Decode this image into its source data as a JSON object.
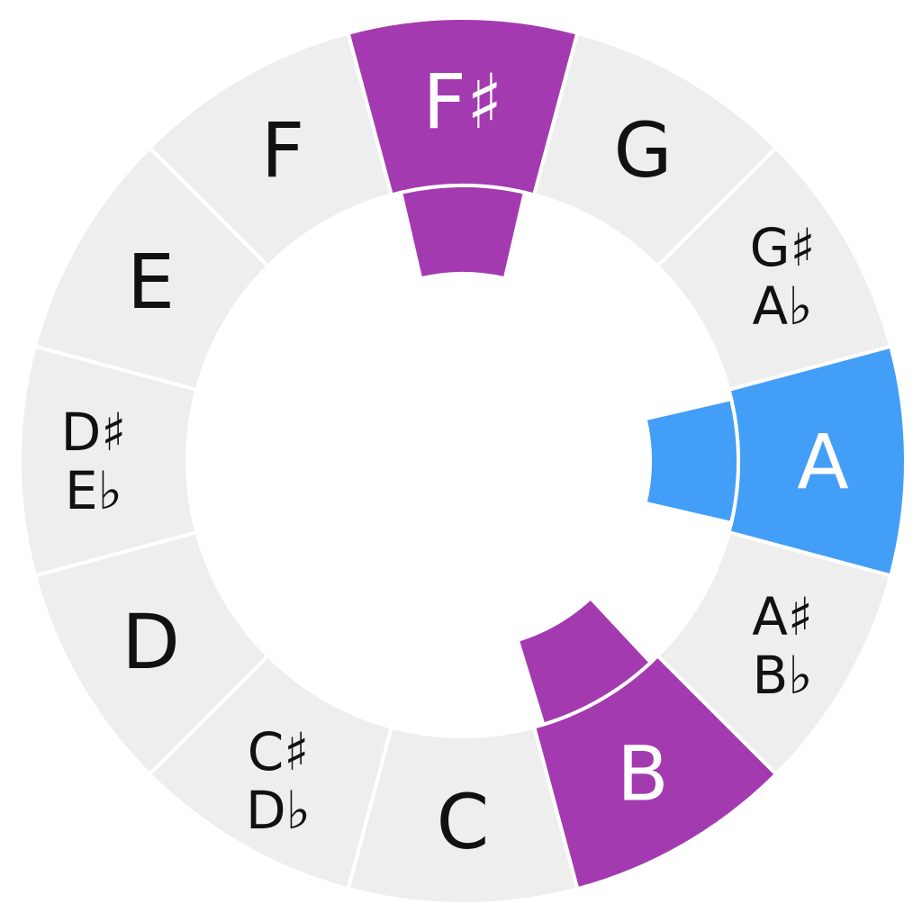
{
  "colors": {
    "background": "#ffffff",
    "segment_default": "#eeeeee",
    "segment_root": "#439ef8",
    "segment_highlight": "#a43ab0",
    "divider": "#ffffff",
    "text_default": "#111111",
    "text_on_color": "#ffffff"
  },
  "notes": [
    {
      "id": "a",
      "lines": [
        "A"
      ],
      "state": "root"
    },
    {
      "id": "a-sharp",
      "lines": [
        "A♯",
        "B♭"
      ],
      "state": "default"
    },
    {
      "id": "b",
      "lines": [
        "B"
      ],
      "state": "highlight"
    },
    {
      "id": "c",
      "lines": [
        "C"
      ],
      "state": "default"
    },
    {
      "id": "c-sharp",
      "lines": [
        "C♯",
        "D♭"
      ],
      "state": "default"
    },
    {
      "id": "d",
      "lines": [
        "D"
      ],
      "state": "default"
    },
    {
      "id": "d-sharp",
      "lines": [
        "D♯",
        "E♭"
      ],
      "state": "default"
    },
    {
      "id": "e",
      "lines": [
        "E"
      ],
      "state": "default"
    },
    {
      "id": "f",
      "lines": [
        "F"
      ],
      "state": "default"
    },
    {
      "id": "f-sharp",
      "lines": [
        "F♯"
      ],
      "state": "highlight"
    },
    {
      "id": "g",
      "lines": [
        "G"
      ],
      "state": "default"
    },
    {
      "id": "g-sharp",
      "lines": [
        "G♯",
        "A♭"
      ],
      "state": "default"
    }
  ]
}
